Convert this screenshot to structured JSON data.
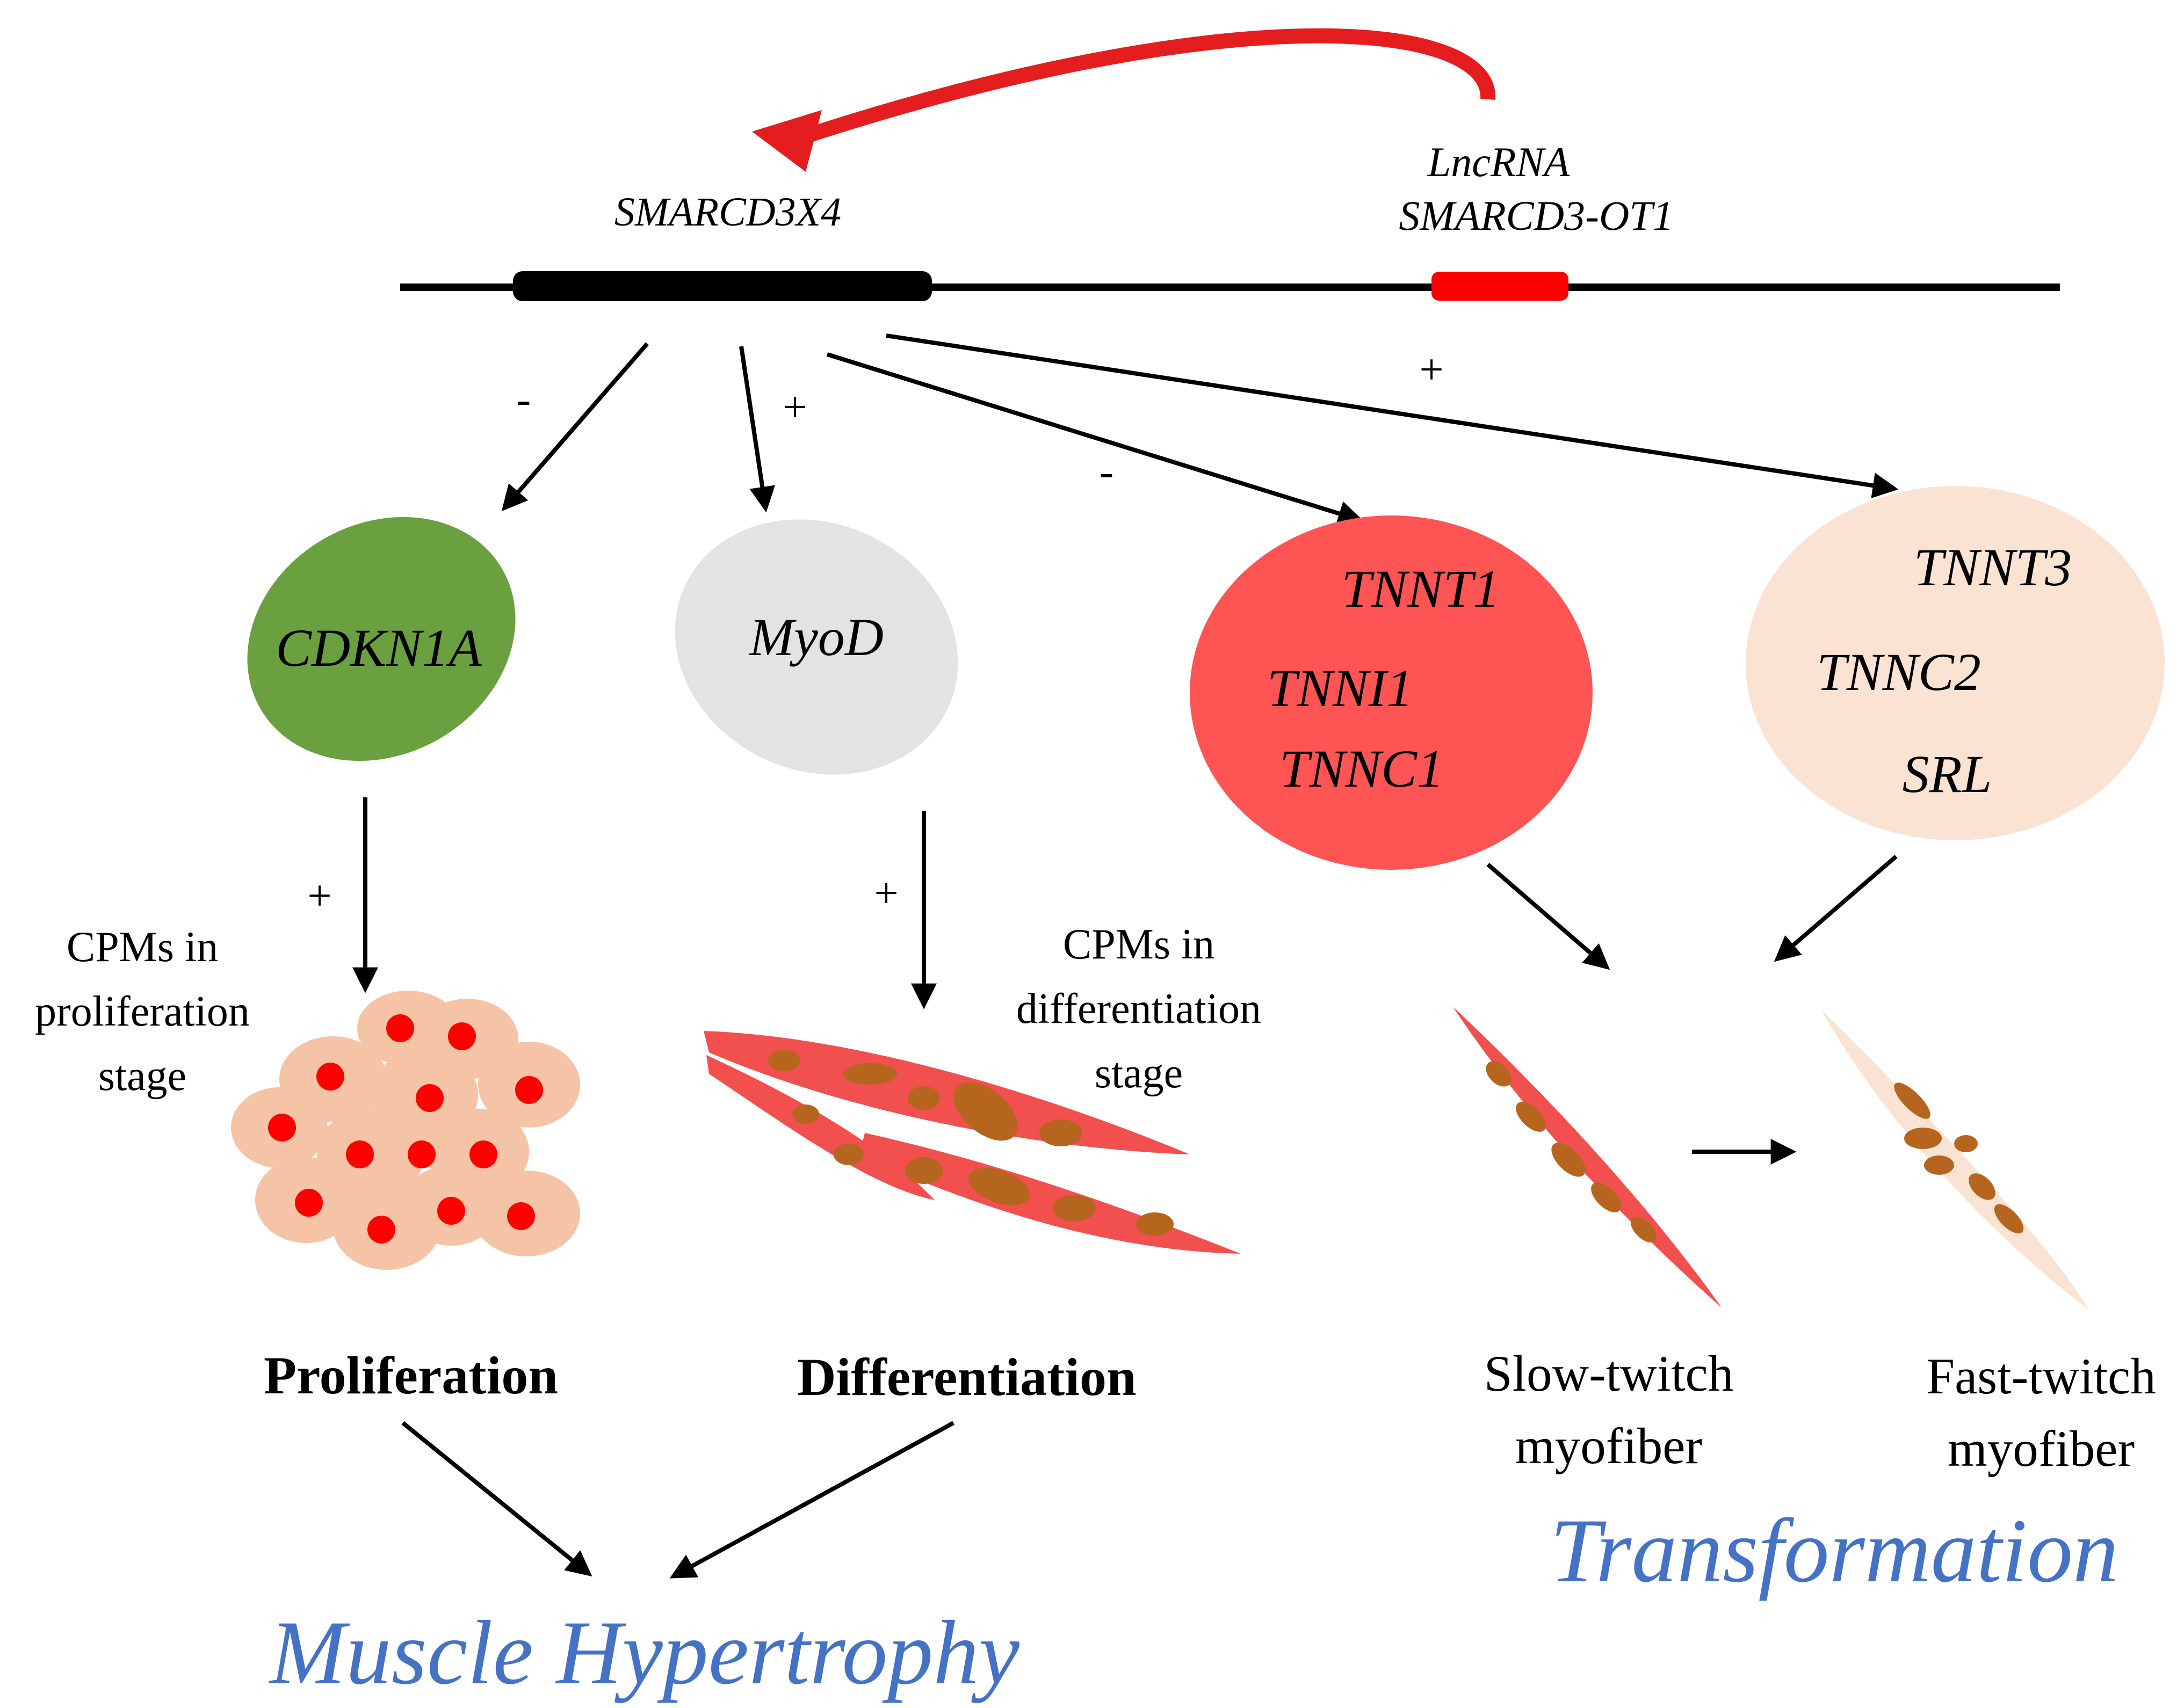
{
  "genes": {
    "smarcd3x4": "SMARCD3X4",
    "lnc_line1": "LncRNA",
    "lnc_line2": "SMARCD3-OT1"
  },
  "signs": {
    "to_cdkn1a": "-",
    "to_myod": "+",
    "to_slow_cluster": "-",
    "to_fast_cluster": "+",
    "cdkn1a_to_prolif": "+",
    "myod_to_diff": "+"
  },
  "nodes": {
    "cdkn1a": "CDKN1A",
    "myod": "MyoD",
    "slow_genes": [
      "TNNT1",
      "TNNI1",
      "TNNC1"
    ],
    "fast_genes": [
      "TNNT3",
      "TNNC2",
      "SRL"
    ]
  },
  "labels": {
    "cpm_prolif": [
      "CPMs in",
      "proliferation",
      "stage"
    ],
    "cpm_diff": [
      "CPMs in",
      "differentiation",
      "stage"
    ],
    "proliferation": "Proliferation",
    "differentiation": "Differentiation",
    "slow_fiber": [
      "Slow-twitch",
      "myofiber"
    ],
    "fast_fiber": [
      "Fast-twitch",
      "myofiber"
    ],
    "transformation": "Transformation",
    "hypertrophy": "Muscle Hypertrophy"
  },
  "colors": {
    "feedback_arrow": "#e41e1e",
    "lnc_bar": "#ff0000",
    "cdkn1a_fill": "#6aa03f",
    "myod_fill": "#e3e3e3",
    "slow_fill": "#ff5454",
    "fast_fill": "#fbe3d4",
    "outcome_blue": "#4472c4",
    "cell_fill": "#f5c3a5",
    "nucleus_red": "#ff0000",
    "fiber_red": "#f24f4f",
    "fiber_nucleus": "#b5651d"
  }
}
